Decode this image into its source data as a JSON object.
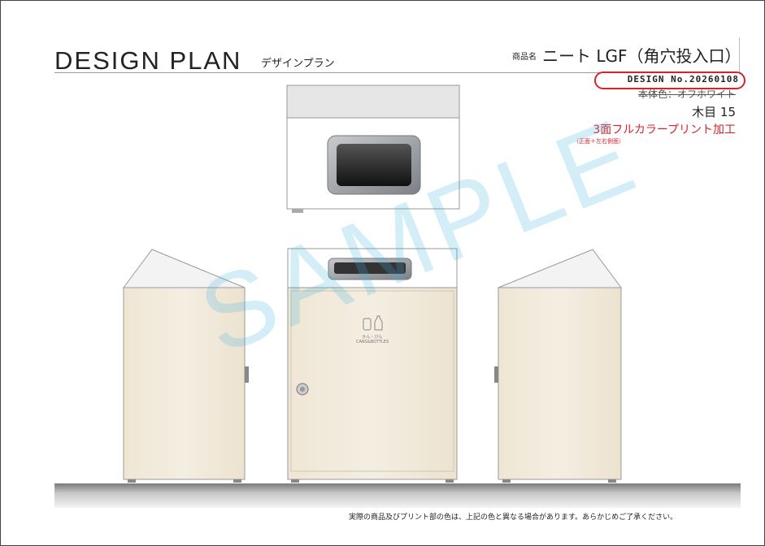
{
  "header": {
    "title_en": "DESIGN PLAN",
    "title_jp": "デザインプラン",
    "product_label": "商品名",
    "product_name": "ニート LGF（角穴投入口）",
    "design_no": "DESIGN No.20260108",
    "body_color": "本体色：オフホワイト",
    "wood": "木目 15",
    "print": "3面フルカラープリント加工",
    "print_sub": "（正面＋左右側面）"
  },
  "bin": {
    "label_jp": "かん・びん",
    "label_en": "CANS&BOTTLES"
  },
  "watermark": "SAMPLE",
  "footer_note": "実際の商品及びプリント部の色は、上記の色と異なる場合があります。あらかじめご了承ください。",
  "colors": {
    "accent_red": "#d9232b",
    "wood": "#efe7d8",
    "watermark": "#41b4e3"
  }
}
